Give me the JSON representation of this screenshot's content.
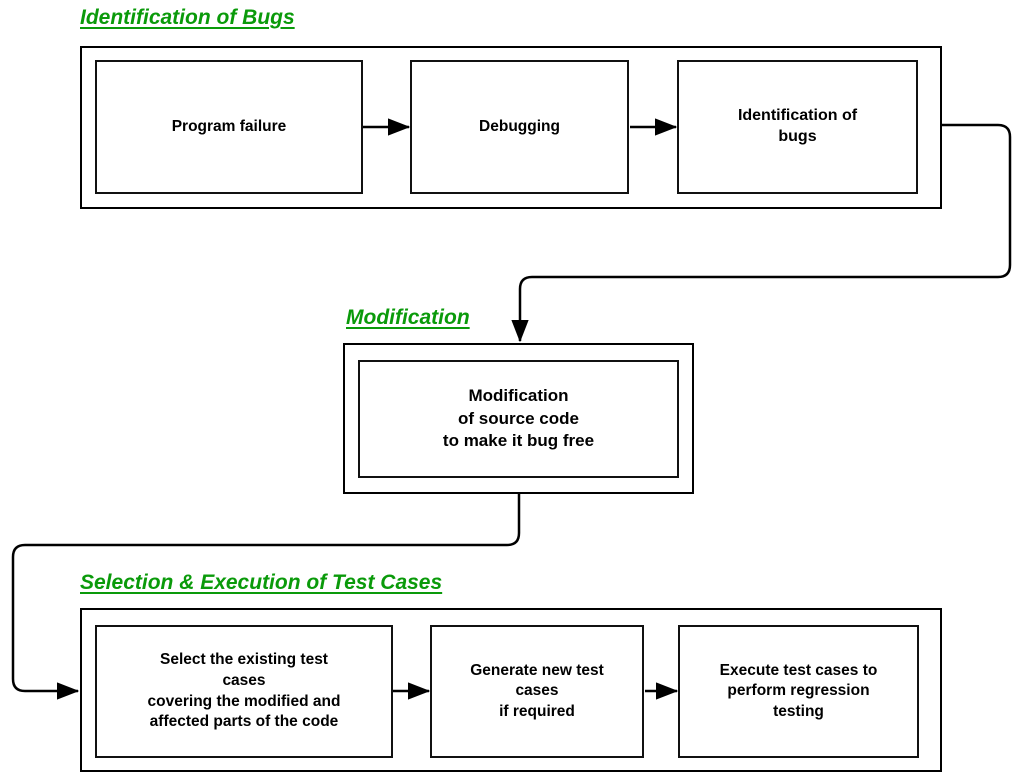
{
  "diagram": {
    "accent_color": "#0a9a0a",
    "line_color": "#000000",
    "background": "#ffffff",
    "sections": [
      {
        "id": "identification-of-bugs",
        "title": "Identification of Bugs",
        "nodes": [
          {
            "id": "program-failure",
            "label": "Program failure"
          },
          {
            "id": "debugging",
            "label": "Debugging"
          },
          {
            "id": "identification-of-bugs",
            "label": "Identification of\nbugs"
          }
        ]
      },
      {
        "id": "modification",
        "title": "Modification",
        "nodes": [
          {
            "id": "modification-of-source-code",
            "label": "Modification\nof source code\nto make it bug free"
          }
        ]
      },
      {
        "id": "selection-execution-of-test-cases",
        "title": "Selection & Execution of Test Cases",
        "nodes": [
          {
            "id": "select-existing-test-cases",
            "label": "Select the existing test\ncases\ncovering the modified and\naffected parts of the code"
          },
          {
            "id": "generate-new-test-cases",
            "label": "Generate new test\ncases\nif required"
          },
          {
            "id": "execute-test-cases",
            "label": "Execute test cases to\nperform regression\ntesting"
          }
        ]
      }
    ],
    "connectors": [
      {
        "id": "program-failure-to-debugging",
        "from": "program-failure",
        "to": "debugging"
      },
      {
        "id": "debugging-to-identification",
        "from": "debugging",
        "to": "identification-of-bugs"
      },
      {
        "id": "identification-section-to-modification",
        "from": "identification-of-bugs",
        "to": "modification"
      },
      {
        "id": "modification-to-test-cases-section",
        "from": "modification",
        "to": "selection-execution-of-test-cases"
      },
      {
        "id": "select-to-generate",
        "from": "select-existing-test-cases",
        "to": "generate-new-test-cases"
      },
      {
        "id": "generate-to-execute",
        "from": "generate-new-test-cases",
        "to": "execute-test-cases"
      }
    ]
  }
}
